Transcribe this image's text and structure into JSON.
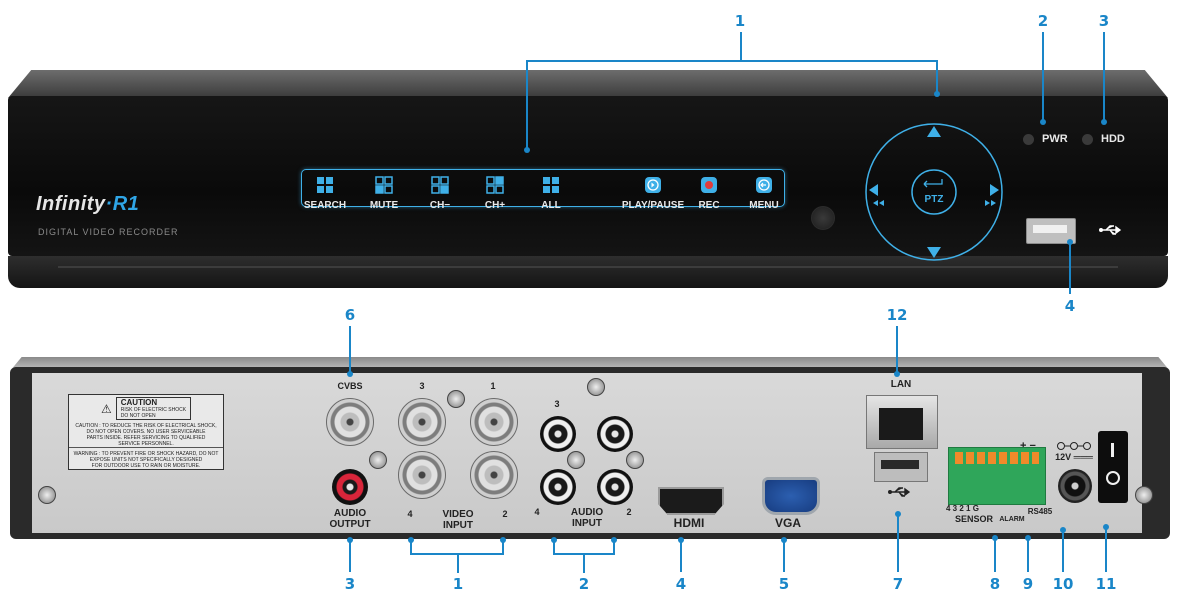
{
  "callouts": {
    "front": [
      "1",
      "2",
      "3",
      "4"
    ],
    "back": [
      "6",
      "12",
      "3",
      "1",
      "2",
      "4",
      "5",
      "7",
      "8",
      "9",
      "10",
      "11"
    ]
  },
  "front": {
    "brand_prefix": "Infinity",
    "brand_dot": "·",
    "brand_model": "R1",
    "brand_sub": "DIGITAL VIDEO RECORDER",
    "buttons": [
      "SEARCH",
      "MUTE",
      "CH−",
      "CH+",
      "ALL",
      "PLAY/PAUSE",
      "REC",
      "MENU"
    ],
    "ptz_label": "PTZ",
    "indicators": [
      "PWR",
      "HDD"
    ],
    "accent_color": "#2fa5e6"
  },
  "back": {
    "caution_title": "CAUTION",
    "caution_lines": [
      "RISK OF ELECTRIC SHOCK",
      "DO NOT OPEN",
      "CAUTION : TO REDUCE THE RISK OF ELECTRICAL SHOCK,",
      "DO NOT OPEN COVERS. NO USER SERVICEABLE",
      "PARTS INSIDE. REFER SERVICING TO QUALIFIED",
      "SERVICE PERSONNEL.",
      "WARNING : TO PREVENT FIRE OR SHOCK HAZARD, DO NOT",
      "EXPOSE UNITS NOT SPECIFICALLY DESIGNED",
      "FOR OUTDOOR USE TO RAIN OR MOISTURE."
    ],
    "cvbs": "CVBS",
    "video_nums": [
      "3",
      "1",
      "4",
      "2"
    ],
    "video_input": "VIDEO INPUT",
    "audio_output": "AUDIO OUTPUT",
    "audio_nums": [
      "3",
      "4",
      "2"
    ],
    "audio_input": "AUDIO INPUT",
    "hdmi": "HDMI",
    "vga": "VGA",
    "lan": "LAN",
    "sensor_nums": "4 3 2 1 G",
    "sensor": "SENSOR",
    "alarm": "ALARM",
    "rs485": "RS485",
    "plus_minus": "+ −",
    "power_rating": "12V ═══",
    "switch_on": "I",
    "switch_off": "O"
  }
}
